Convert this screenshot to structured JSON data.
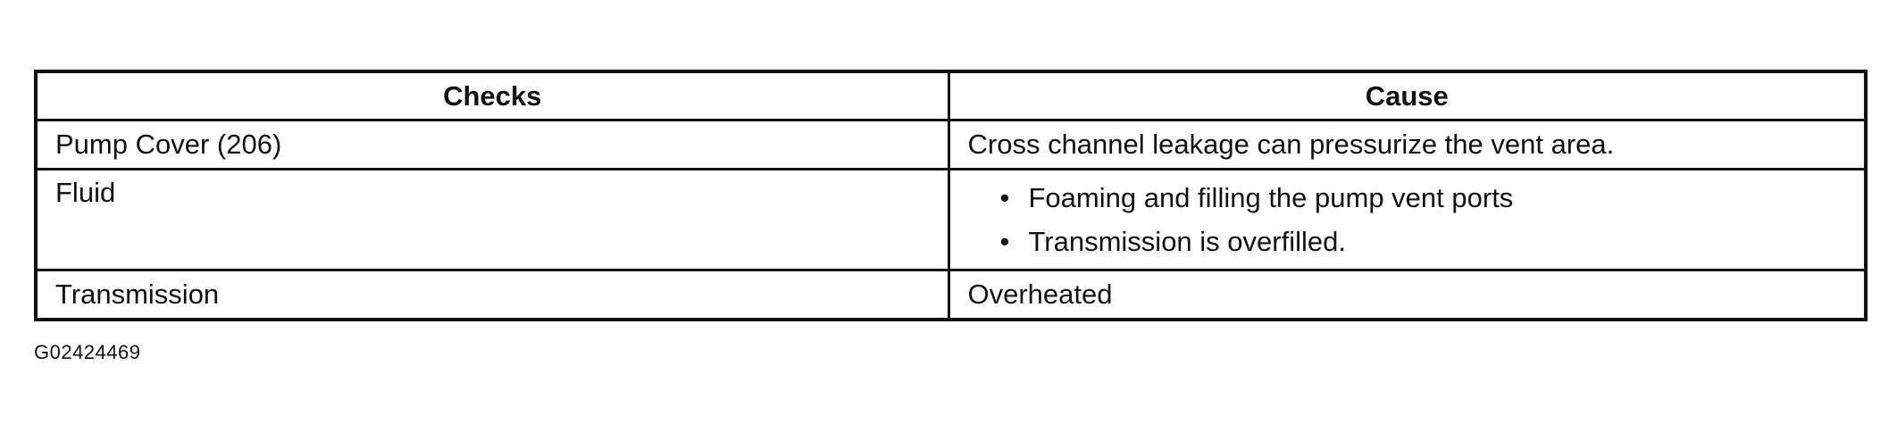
{
  "table": {
    "headers": [
      "Checks",
      "Cause"
    ],
    "rows": [
      {
        "check": "Pump Cover (206)",
        "cause": "Cross channel leakage can pressurize the vent area."
      },
      {
        "check": "Fluid",
        "causes": [
          "Foaming and filling the pump vent ports",
          "Transmission is overfilled."
        ]
      },
      {
        "check": "Transmission",
        "cause": "Overheated"
      }
    ]
  },
  "figure_id": "G02424469"
}
